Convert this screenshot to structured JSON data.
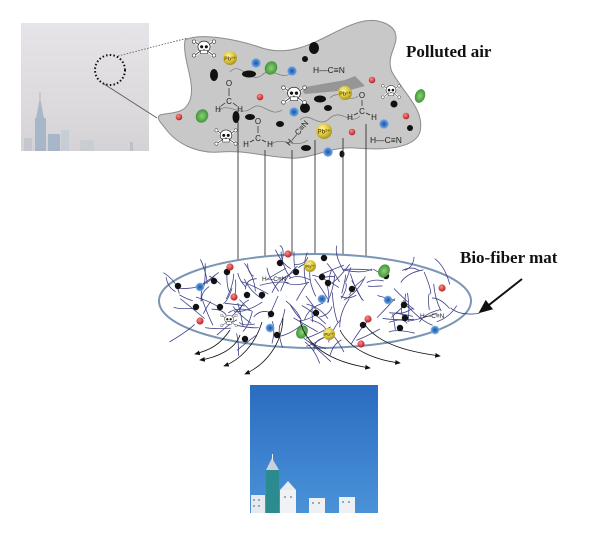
{
  "labels": {
    "polluted_air": "Polluted air",
    "bio_fiber_mat": "Bio-fiber mat"
  },
  "chemicals": {
    "hydrogen_cyanide": "H—C≡N",
    "formaldehyde_o": "O",
    "formaldehyde_c": "C",
    "formaldehyde_h": "H",
    "lead_ion": "Pb²⁺"
  },
  "photos": {
    "before": "hazy-city-skyline",
    "after": "clear-city-skyline"
  },
  "colors": {
    "cloud_fill": "#c9c9c9",
    "cloud_stroke": "#8a8a8a",
    "mat_stroke": "#7a95b5",
    "fiber": "#2a2f7a",
    "particle_black": "#111111",
    "particle_red": "#c8282a",
    "particle_green": "#3f9a3a",
    "particle_blue": "#3a74c4",
    "lead_gold": "#d9c23a",
    "haze_sky": "#dedbe0",
    "clear_sky": "#2f78c8"
  }
}
